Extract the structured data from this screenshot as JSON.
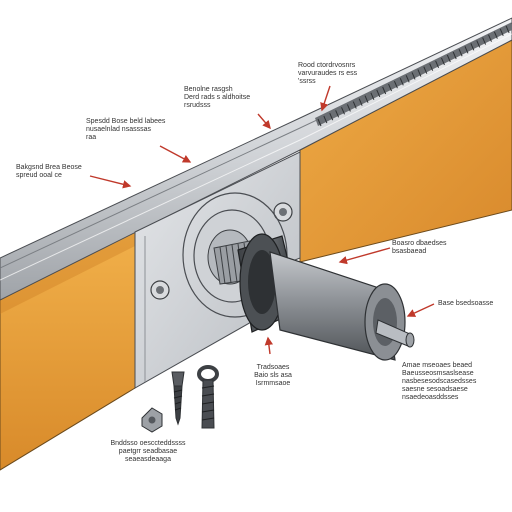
{
  "diagram": {
    "accent_colors": {
      "wall_orange": "#e8a33c",
      "wall_shadow": "#c9781f",
      "rail_grey": "#c9ccd1",
      "metal_dark": "#5a5d62",
      "callout_arrow": "#c0392b"
    },
    "parts": [
      "rail-top",
      "orange-wall",
      "mounting-plate",
      "bolt-housing",
      "cylinder-actuator",
      "shaft-pin",
      "screw",
      "eye-bolt",
      "nut"
    ],
    "callouts": [
      {
        "id": "rail-gear",
        "text": "Rood ctordrvosnrs\nvarvuraudes rs ess\n'ssrss"
      },
      {
        "id": "rail-edge",
        "text": "Benolne rasgsh\nDerd rads s aldhoitse\nrsrudsss"
      },
      {
        "id": "plate-top",
        "text": "Spesdd Bose beld labees\nnusaelnlad nsasssas\nraa"
      },
      {
        "id": "plate-left",
        "text": "Bakgsnd Brea Beose\nspreud ooal ce"
      },
      {
        "id": "cylinder",
        "text": "Boasro dbaedses\nbsasbaead"
      },
      {
        "id": "shaft",
        "text": "Base bsedsoasse"
      },
      {
        "id": "housing",
        "text": "Tradsoaes\nBaio sls asa\nIsrmmsaoe"
      },
      {
        "id": "mechanism",
        "text": "Amae mseoaes beaed\nBaeusseosmsaslsease\nnasbesesodscasedsses\nsaesne sesoadsaese\nnsaedeoasddsses"
      },
      {
        "id": "hardware",
        "text": "Bnddsso oesccteddssss\npaetgrr seadbasae\nseaeasdeaaga"
      }
    ]
  }
}
